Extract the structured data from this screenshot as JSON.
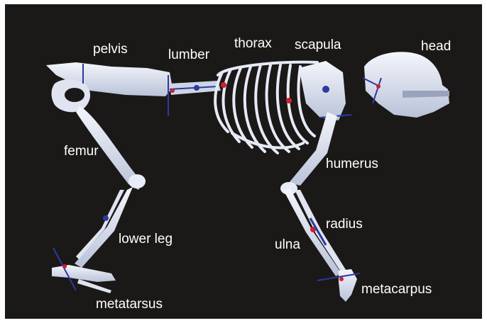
{
  "figure": {
    "labels": {
      "pelvis": "pelvis",
      "lumber": "lumber",
      "thorax": "thorax",
      "scapula": "scapula",
      "head": "head",
      "femur": "femur",
      "humerus": "humerus",
      "lower_leg": "lower leg",
      "radius": "radius",
      "ulna": "ulna",
      "metatarsus": "metatarsus",
      "metacarpus": "metacarpus"
    },
    "colors": {
      "background": "#1b1818",
      "bone": "#e8ecf6",
      "bone_shade": "#b9c2d8",
      "joint_red": "#d0202a",
      "axis_blue": "#2b3a9c",
      "label": "#ffffff"
    }
  }
}
